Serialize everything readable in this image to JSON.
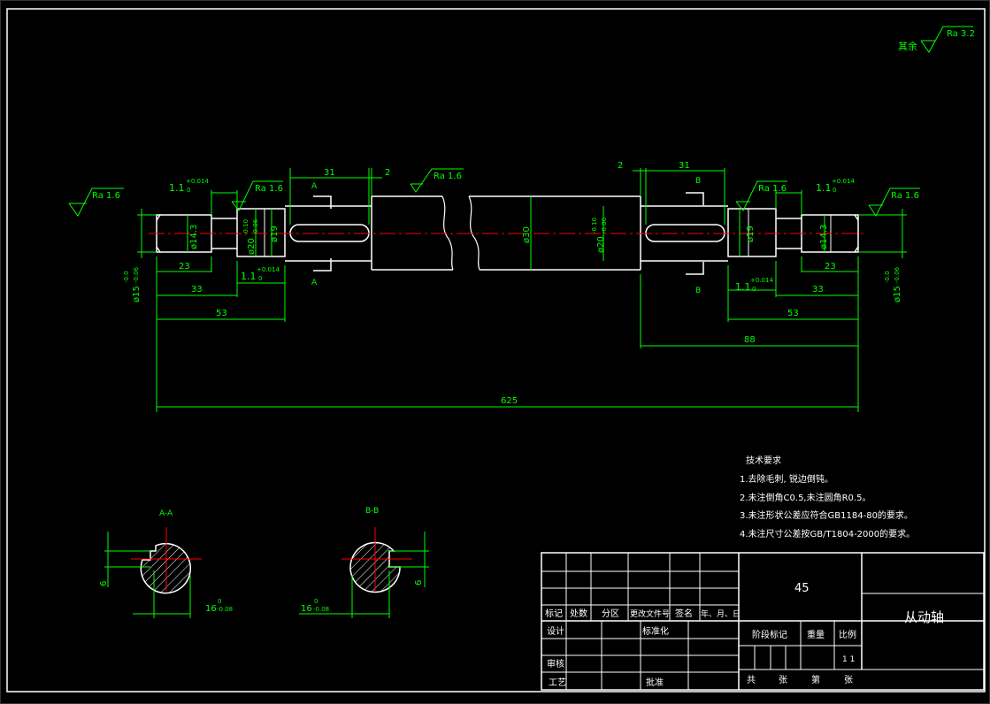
{
  "roughness": {
    "general_prefix": "其余",
    "general_value": "Ra 3.2",
    "left_end": "Ra 1.6",
    "left_journal": "Ra 1.6",
    "center_keyway": "Ra 1.6",
    "right_journal": "Ra 1.6",
    "right_end": "Ra 1.6"
  },
  "dims": {
    "left_tol_a_main": "1.1",
    "left_tol_a_sup": "+0.014",
    "left_tol_a_sub": "0",
    "left_tol_b_main": "1.1",
    "left_tol_b_sup": "+0.014",
    "left_tol_b_sub": "0",
    "right_tol_a_main": "1.1",
    "right_tol_a_sup": "+0.014",
    "right_tol_a_sub": "0",
    "right_tol_b_main": "1.1",
    "right_tol_b_sup": "+0.014",
    "right_tol_b_sub": "0",
    "keyway_left_len": "31",
    "keyway_left_gap": "2",
    "keyway_right_len": "31",
    "keyway_right_gap": "2",
    "dia_end_left": "ø14.3",
    "dia_journal_left": "ø20",
    "dia_journal_left_tol_sup": "-0.10",
    "dia_journal_left_tol_sub": "-0.06",
    "dia_keyseat_left": "ø19",
    "dia_center": "ø30",
    "dia_journal_right": "ø20",
    "dia_journal_right_tol_sup": "-0.10",
    "dia_journal_right_tol_sub": "-0.06",
    "dia_keyseat_right": "ø19",
    "dia_end_right": "ø14.3",
    "dia_outer_left": "ø15",
    "dia_outer_left_tol_sup": "-0.0",
    "dia_outer_left_tol_sub": "-0.06",
    "dia_outer_right": "ø15",
    "dia_outer_right_tol_sup": "-0.0",
    "dia_outer_right_tol_sub": "-0.06",
    "len_23_left": "23",
    "len_33_left": "33",
    "len_53_left": "53",
    "len_23_right": "23",
    "len_33_right": "33",
    "len_53_right": "53",
    "len_88": "88",
    "len_total": "625"
  },
  "section_marks": {
    "a_top": "A",
    "a_bottom": "A",
    "b_top": "B",
    "b_bottom": "B"
  },
  "sections": {
    "aa_title": "A-A",
    "bb_title": "B-B",
    "aa_key_width": "6",
    "bb_key_width": "6",
    "aa_depth_main": "16",
    "aa_depth_sup": "0",
    "aa_depth_sub": "-0.08",
    "bb_depth_main": "16",
    "bb_depth_sup": "0",
    "bb_depth_sub": "-0.08"
  },
  "tech_requirements": {
    "title": "技术要求",
    "items": [
      "1.去除毛刺, 锐边倒钝。",
      "2.未注倒角C0.5,未注圆角R0.5。",
      "3.未注形状公差应符合GB1184-80的要求。",
      "4.未注尺寸公差按GB/T1804-2000的要求。"
    ]
  },
  "title_block": {
    "material": "45",
    "part_name": "从动轴",
    "rev_headers": [
      "标记",
      "处数",
      "分区",
      "更改文件号",
      "签名",
      "年、月、日"
    ],
    "design": "设计",
    "standard": "标准化",
    "stage": "阶段标记",
    "weight": "重量",
    "scale": "比例",
    "scale_value": "1 1",
    "review": "审核",
    "process": "工艺",
    "approve": "批准",
    "sheet_total": "共",
    "sheet_zhang1": "张",
    "sheet_di": "第",
    "sheet_zhang2": "张"
  },
  "colors": {
    "outline": "#ffffff",
    "dimension": "#00ff00",
    "centerline": "#ff0000",
    "background": "#000000"
  }
}
